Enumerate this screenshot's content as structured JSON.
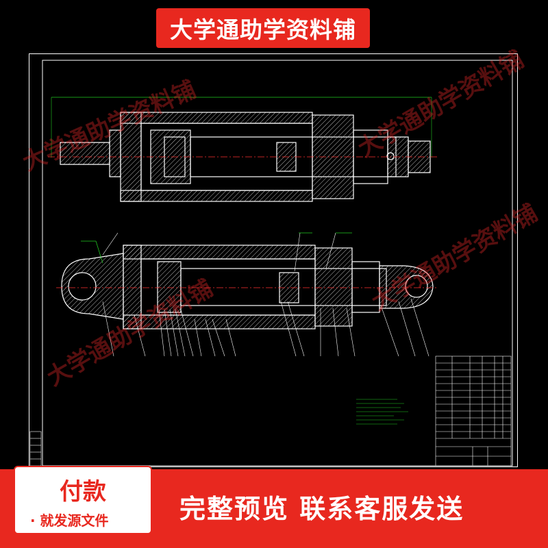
{
  "banner": {
    "title": "大学通助学资料铺"
  },
  "watermarks": {
    "text": "大学通助学资料铺"
  },
  "payment": {
    "title": "付款",
    "subtitle": "· 就发源文件"
  },
  "footer": {
    "message": "完整预览  联系客服发送"
  },
  "colors": {
    "brand_red": "#e8281f",
    "drawing_bg": "#000000",
    "line_white": "#ffffff",
    "dim_green": "#22cc22",
    "centerline_red": "#ff3030",
    "hatch": "#cccccc"
  }
}
